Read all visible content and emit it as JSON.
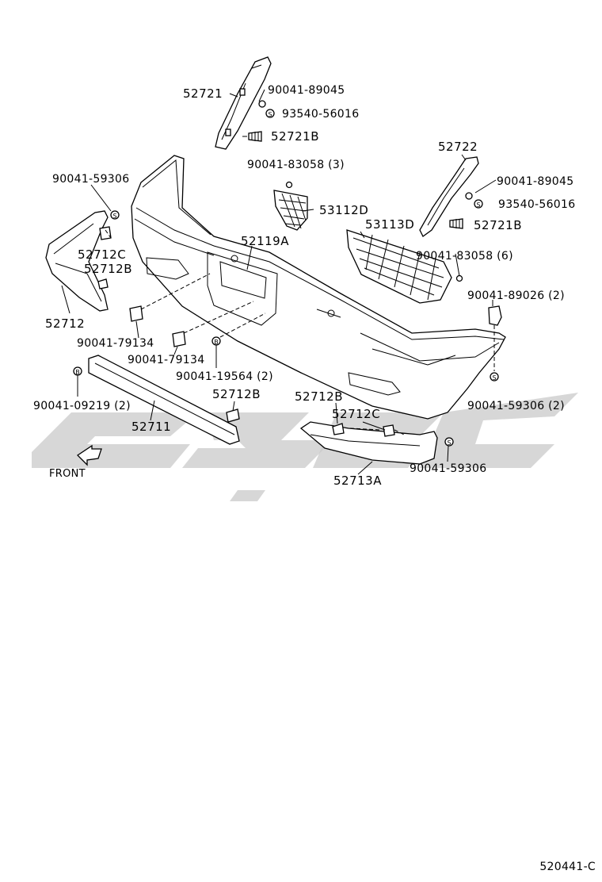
{
  "diagram_code": "520441-C",
  "front_label": "FRONT",
  "labels": {
    "p52721": "52721",
    "p90041_89045_a": "90041-89045",
    "p93540_56016_a": "93540-56016",
    "p52721B_a": "52721B",
    "p52722": "52722",
    "p90041_89045_b": "90041-89045",
    "p93540_56016_b": "93540-56016",
    "p52721B_b": "52721B",
    "p90041_83058_3": "90041-83058 (3)",
    "p53112D": "53112D",
    "p53113D": "53113D",
    "p90041_83058_6": "90041-83058 (6)",
    "p52119A": "52119A",
    "p90041_59306_a": "90041-59306",
    "p52712C_a": "52712C",
    "p52712B_a": "52712B",
    "p52712": "52712",
    "p90041_79134_a": "90041-79134",
    "p90041_79134_b": "90041-79134",
    "p90041_19564": "90041-19564 (2)",
    "p90041_89026": "90041-89026 (2)",
    "p90041_59306_b": "90041-59306 (2)",
    "p90041_09219": "90041-09219 (2)",
    "p52712B_b": "52712B",
    "p52711": "52711",
    "p52712B_c": "52712B",
    "p52712C_b": "52712C",
    "p90041_59306_c": "90041-59306",
    "p52713A": "52713A"
  },
  "fastener_mark_S": "S",
  "fastener_mark_B": "B",
  "watermark_color": "#c9c9c9"
}
